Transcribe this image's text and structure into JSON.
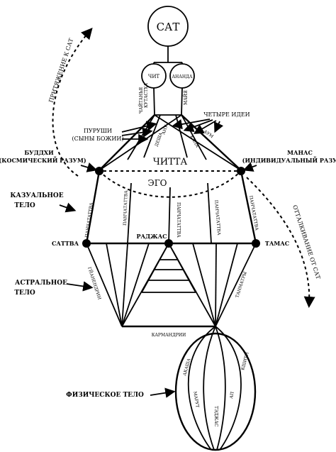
{
  "nodes": {
    "sat": "САТ",
    "chit": "ЧИТ",
    "ananda": "АНАНДА",
    "buddhi_line1": "БУДДХИ",
    "buddhi_line2": "(КОСМИЧЕСКИЙ РАЗУМ)",
    "manas_line1": "МАНАС",
    "manas_line2": "(ИНДИВИДУАЛЬНЫЙ РАЗУМ)",
    "chitta": "ЧИТТА",
    "ego": "ЭГО",
    "sattva": "САТТВА",
    "rajas": "РАДЖАС",
    "tamas": "ТАМАС"
  },
  "annotations": {
    "attraction": "ПРИТЯЖЕНИЕ К САТ",
    "repulsion": "ОТТАЛКИВАНИЕ ОТ САТ",
    "purushi_line1": "ПУРУШИ",
    "purushi_line2": "(СЫНЫ БОЖИИ)",
    "four_ideas": "ЧЕТЫРЕ ИДЕИ",
    "kutastha_line1": "КУТАСТХА",
    "kutastha_line2": "ЧАЙТАНЬЯ",
    "maya": "МАЙЯ",
    "anu": "АНУ",
    "desha": "ДЕША",
    "kala": "КАЛА",
    "aum": "АУМ"
  },
  "bodies": {
    "causal_line1": "КАЗУАЛЬНОЕ",
    "causal_line2": "ТЕЛО",
    "astral_line1": "АСТРАЛЬНОЕ",
    "astral_line2": "ТЕЛО",
    "physical": "ФИЗИЧЕСКОЕ ТЕЛО"
  },
  "causal_lines": {
    "panchatattva_1": "ПАНЧАТАТТВА",
    "panchatattva_2": "ПАНЧАТАТТВА",
    "panchatattva_3": "ПАНЧАТАТТВА",
    "panchatattva_4": "ПАНЧАТАТТВА",
    "panchatattva_5": "ПАНЧАТАТТВА"
  },
  "astral_lines": {
    "gyanendriya": "ГЙАНЕНДРИИ",
    "tanmatra": "ТАНМАТРЫ",
    "karmendriya": "КАРМАНДРИИ"
  },
  "physical_lines": {
    "akasha": "АКАША",
    "marut": "МАРУТ",
    "tedzhas": "ТЭДЖАС",
    "ap": "АП",
    "kshiti": "КШИТИ"
  }
}
